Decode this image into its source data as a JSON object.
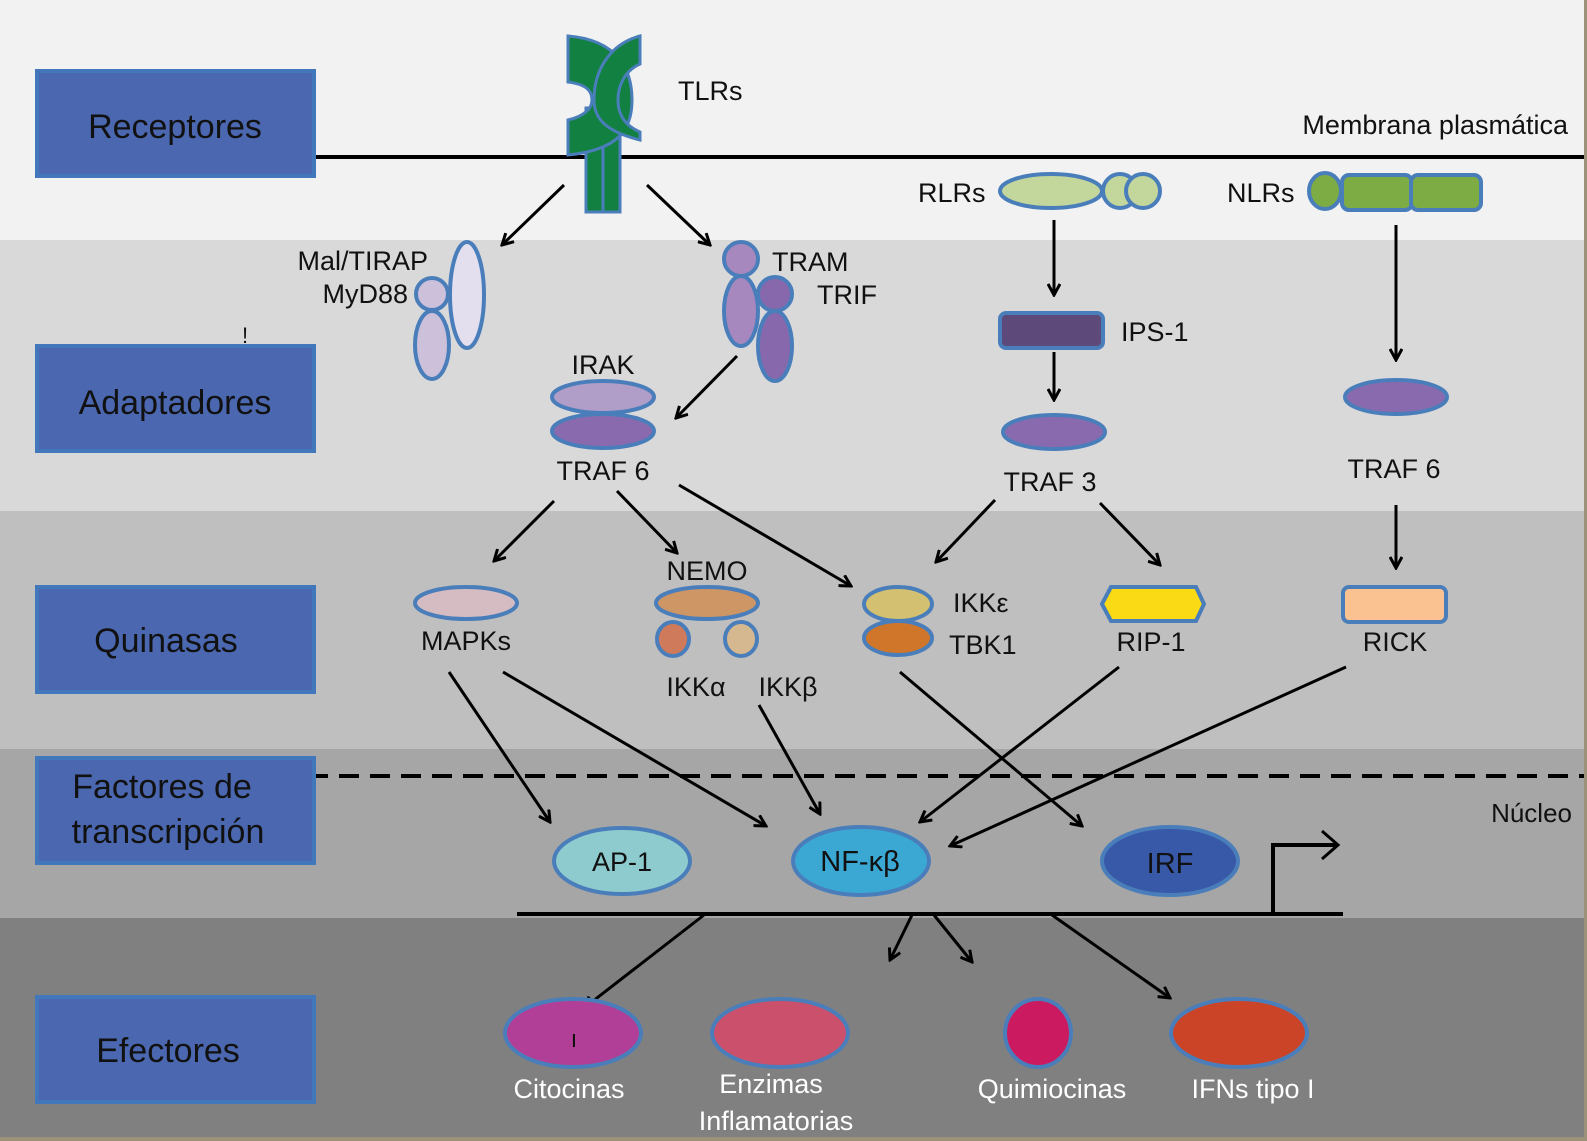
{
  "colors": {
    "band_extracellular": "#f2f2f2",
    "band_adaptadores": "#d9d9d9",
    "band_quinasas": "#bfbfbf",
    "band_factores": "#a6a6a6",
    "band_efectores": "#808080",
    "category_box_fill": "#4a67b0",
    "category_box_border": "#4377bb",
    "shape_outline": "#4a7ebb",
    "tlr_green": "#128040",
    "rlr_green": "#c3d69b",
    "nlr_green": "#7eac44",
    "mal_tirap": "#e3dfee",
    "myd88": "#ccc0da",
    "tram": "#a688be",
    "trif": "#8868ac",
    "irak": "#b09ec9",
    "traf": "#8a6aae",
    "ips1": "#5e4a7a",
    "mapks": "#d5bcc2",
    "nemo": "#cf9665",
    "ikk_alpha": "#cf7a5a",
    "ikk_beta": "#d6b890",
    "ikk_epsilon": "#d3c070",
    "tbk1": "#d0762a",
    "rip1": "#f9da15",
    "rick": "#fbc291",
    "ap1": "#8ecbcf",
    "nfkb": "#3aa8d3",
    "irf": "#3858a8",
    "citocinas": "#b23f97",
    "enzimas": "#cb506b",
    "quimiocinas": "#cb1a60",
    "ifns": "#cb4427"
  },
  "categories": [
    {
      "id": "receptores",
      "lines": [
        "Receptores"
      ]
    },
    {
      "id": "adaptadores",
      "lines": [
        "Adaptadores"
      ]
    },
    {
      "id": "quinasas",
      "lines": [
        "Quinasas"
      ]
    },
    {
      "id": "factores",
      "lines": [
        "Factores de",
        "transcripción"
      ]
    },
    {
      "id": "efectores",
      "lines": [
        "Efectores"
      ]
    }
  ],
  "compartments": {
    "membrane": "Membrana plasmática",
    "nucleus": "Núcleo"
  },
  "receptors": {
    "tlrs": "TLRs",
    "rlrs": "RLRs",
    "nlrs": "NLRs"
  },
  "adaptors": {
    "mal_tirap": "Mal/TIRAP",
    "myd88": "MyD88",
    "tram": "TRAM",
    "trif": "TRIF",
    "irak": "IRAK",
    "traf6_left": "TRAF 6",
    "ips1": "IPS-1",
    "traf3": "TRAF 3",
    "traf6_right": "TRAF 6",
    "stray_mark": "!"
  },
  "kinases": {
    "mapks": "MAPKs",
    "nemo": "NEMO",
    "ikk_alpha": "IKKα",
    "ikk_beta": "IKKβ",
    "ikk_epsilon": "IKKε",
    "tbk1": "TBK1",
    "rip1": "RIP-1",
    "rick": "RICK"
  },
  "transcription_factors": {
    "ap1": "AP-1",
    "nfkb": "NF-κβ",
    "irf": "IRF"
  },
  "effectors": {
    "citocinas": "Citocinas",
    "enzimas_line1": "Enzimas",
    "enzimas_line2": "Inflamatorias",
    "quimiocinas": "Quimiocinas",
    "ifns": "IFNs tipo I",
    "stray_mark": "ı"
  },
  "pathway_edges": [
    {
      "from": "TLRs",
      "to": "Mal/TIRAP-MyD88"
    },
    {
      "from": "TLRs",
      "to": "TRAM-TRIF"
    },
    {
      "from": "TRAM-TRIF",
      "to": "IRAK-TRAF6"
    },
    {
      "from": "RLRs",
      "to": "IPS-1"
    },
    {
      "from": "IPS-1",
      "to": "TRAF3"
    },
    {
      "from": "NLRs",
      "to": "TRAF6 (NLR)"
    },
    {
      "from": "TRAF6",
      "to": "MAPKs"
    },
    {
      "from": "TRAF6",
      "to": "NEMO"
    },
    {
      "from": "TRAF6",
      "to": "IKKε/TBK1"
    },
    {
      "from": "TRAF3",
      "to": "IKKε/TBK1"
    },
    {
      "from": "TRAF3",
      "to": "RIP-1"
    },
    {
      "from": "TRAF6 (NLR)",
      "to": "RICK"
    },
    {
      "from": "MAPKs",
      "to": "AP-1"
    },
    {
      "from": "MAPKs",
      "to": "NF-κβ"
    },
    {
      "from": "IKKβ",
      "to": "NF-κβ"
    },
    {
      "from": "IKKε/TBK1",
      "to": "IRF"
    },
    {
      "from": "RIP-1",
      "to": "NF-κβ"
    },
    {
      "from": "RICK",
      "to": "NF-κβ"
    },
    {
      "from": "DNA",
      "to": "Citocinas"
    },
    {
      "from": "DNA",
      "to": "Enzimas Inflamatorias"
    },
    {
      "from": "DNA",
      "to": "Quimiocinas"
    },
    {
      "from": "DNA",
      "to": "IFNs tipo I"
    }
  ]
}
